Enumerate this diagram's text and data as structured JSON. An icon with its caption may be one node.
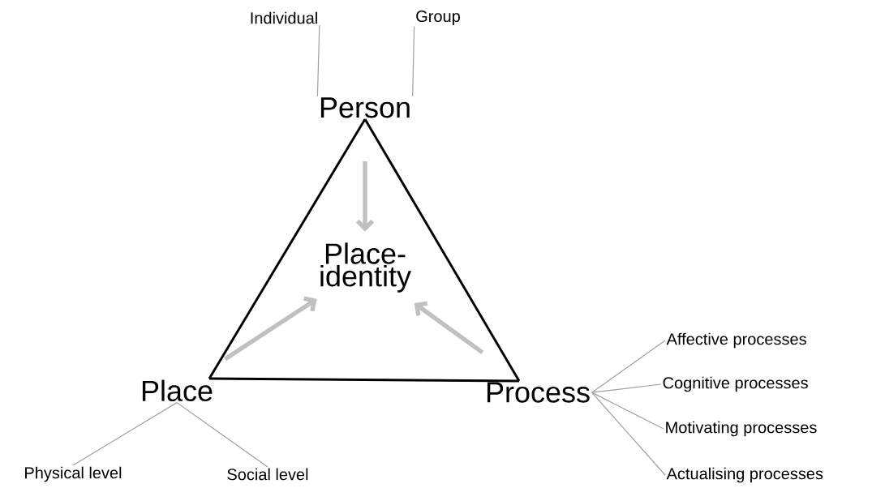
{
  "diagram": {
    "nodes": [
      {
        "text": [
          "Person"
        ]
      },
      {
        "text": [
          "Place"
        ]
      },
      {
        "text": [
          "Process"
        ]
      },
      {
        "text": [
          "Place- identity"
        ]
      },
      {
        "text": [
          "Individual"
        ]
      },
      {
        "text": [
          "Group"
        ]
      },
      {
        "text": [
          "Physical level"
        ]
      },
      {
        "text": [
          "Social level"
        ]
      },
      {
        "text": [
          "Affective processes"
        ]
      },
      {
        "text": [
          "Cognitive processes"
        ]
      },
      {
        "text": [
          "Motivating processes"
        ]
      },
      {
        "text": [
          "Actualising processes"
        ]
      }
    ],
    "edges": [
      {
        "from": 0,
        "to": 1,
        "arrow": "none",
        "style": "thick",
        "color": "#000000"
      },
      {
        "from": 1,
        "to": 2,
        "arrow": "none",
        "style": "thick",
        "color": "#000000"
      },
      {
        "from": 2,
        "to": 0,
        "arrow": "none",
        "style": "thick",
        "color": "#000000"
      },
      {
        "from": 0,
        "to": 3,
        "arrow": "to",
        "style": "thick",
        "color": "#c0c0c0"
      },
      {
        "from": 1,
        "to": 3,
        "arrow": "to",
        "style": "thick",
        "color": "#c0c0c0"
      },
      {
        "from": 2,
        "to": 3,
        "arrow": "to",
        "style": "thick",
        "color": "#c0c0c0"
      },
      {
        "from": 4,
        "to": 0,
        "arrow": "none"
      },
      {
        "from": 5,
        "to": 0,
        "arrow": "none"
      },
      {
        "from": 1,
        "to": 6,
        "arrow": "none"
      },
      {
        "from": 1,
        "to": 7,
        "arrow": "none"
      },
      {
        "from": 2,
        "to": 8,
        "arrow": "none"
      },
      {
        "from": 2,
        "to": 9,
        "arrow": "none"
      },
      {
        "from": 2,
        "to": 10,
        "arrow": "none"
      },
      {
        "from": 2,
        "to": 11,
        "arrow": "none"
      }
    ]
  }
}
